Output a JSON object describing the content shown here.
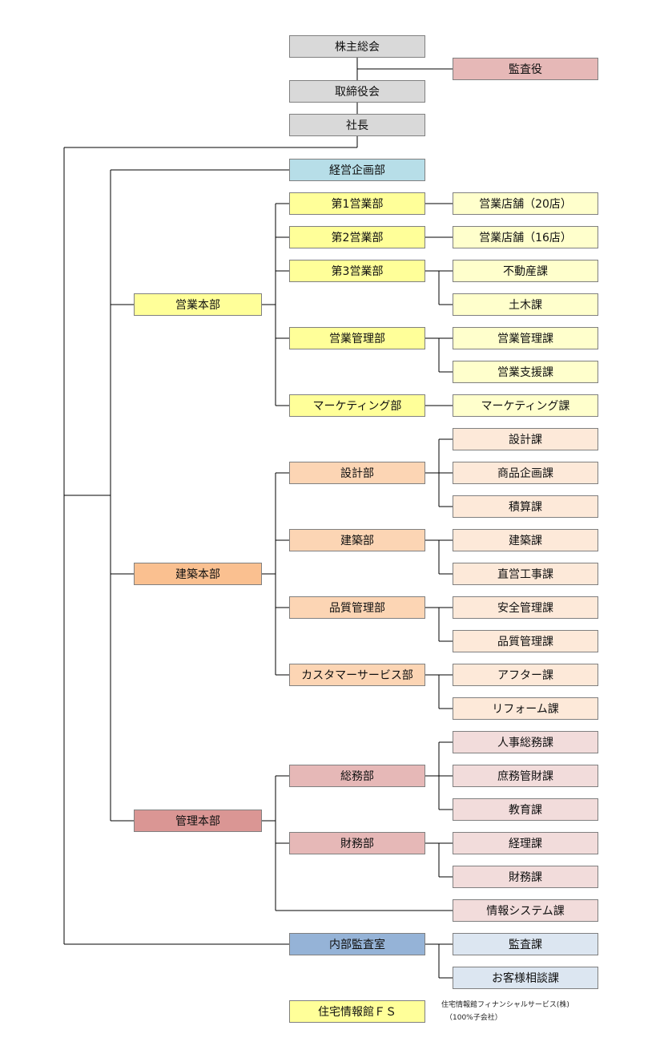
{
  "colors": {
    "gray": "#d9d9d9",
    "audit_red": "#e6b8b7",
    "blue_light": "#b7dee8",
    "yellow": "#ffff99",
    "yellow_pale": "#ffffcc",
    "orange": "#fac090",
    "orange_mid": "#fcd5b4",
    "orange_pale": "#fde9d9",
    "red_dark": "#da9694",
    "red_mid": "#e6b8b7",
    "red_pale": "#f2dcdb",
    "steel_blue": "#95b3d7",
    "steel_pale": "#dce6f1",
    "line": "#000000"
  },
  "org": {
    "shareholders": "株主総会",
    "auditor": "監査役",
    "board": "取締役会",
    "president": "社長",
    "planning": "経営企画部",
    "sales_hq": {
      "label": "営業本部",
      "departments": [
        {
          "label": "第1営業部",
          "sections": [
            "営業店舗（20店）"
          ]
        },
        {
          "label": "第2営業部",
          "sections": [
            "営業店舗（16店）"
          ]
        },
        {
          "label": "第3営業部",
          "sections": [
            "不動産課",
            "土木課"
          ]
        },
        {
          "label": "営業管理部",
          "sections": [
            "営業管理課",
            "営業支援課"
          ]
        },
        {
          "label": "マーケティング部",
          "sections": [
            "マーケティング課"
          ]
        }
      ]
    },
    "construction_hq": {
      "label": "建築本部",
      "departments": [
        {
          "label": "設計部",
          "sections": [
            "設計課",
            "商品企画課",
            "積算課"
          ]
        },
        {
          "label": "建築部",
          "sections": [
            "建築課",
            "直営工事課"
          ]
        },
        {
          "label": "品質管理部",
          "sections": [
            "安全管理課",
            "品質管理課"
          ]
        },
        {
          "label": "カスタマーサービス部",
          "sections": [
            "アフター課",
            "リフォーム課"
          ]
        }
      ]
    },
    "admin_hq": {
      "label": "管理本部",
      "departments": [
        {
          "label": "総務部",
          "sections": [
            "人事総務課",
            "庶務管財課",
            "教育課"
          ]
        },
        {
          "label": "財務部",
          "sections": [
            "経理課",
            "財務課"
          ]
        }
      ],
      "direct_section": "情報システム課"
    },
    "internal_audit": {
      "label": "内部監査室",
      "sections": [
        "監査課",
        "お客様相談課"
      ]
    },
    "subsidiary": {
      "label": "住宅情報館ＦＳ",
      "note_line1": "住宅情報館フィナンシャルサービス(株)",
      "note_line2": "（100%子会社）"
    }
  }
}
